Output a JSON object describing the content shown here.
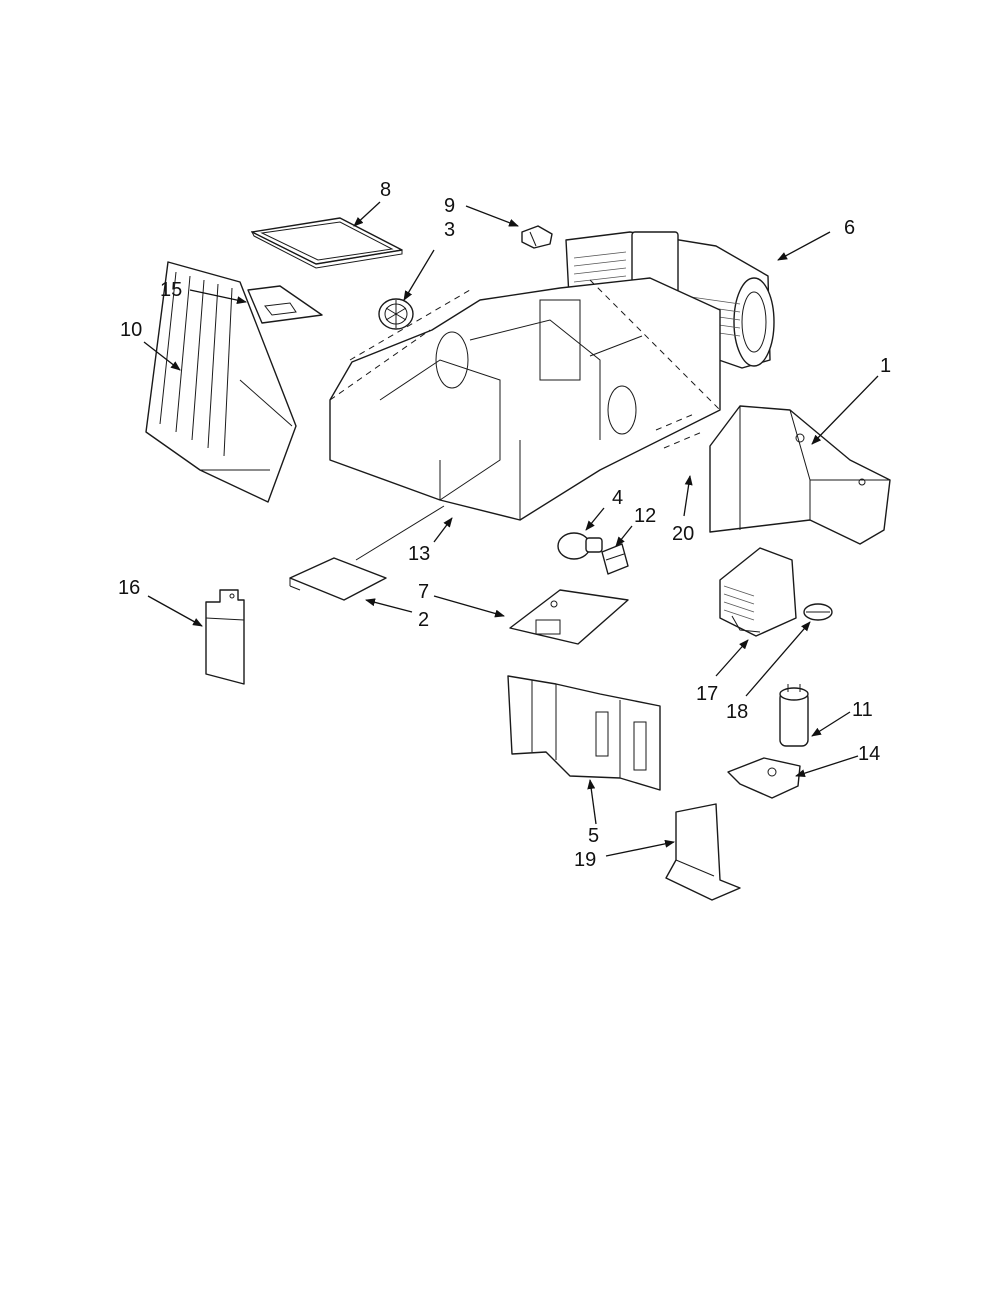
{
  "diagram": {
    "callouts": [
      {
        "id": "p1",
        "text": "1"
      },
      {
        "id": "p2",
        "text": "2"
      },
      {
        "id": "p3",
        "text": "3"
      },
      {
        "id": "p4",
        "text": "4"
      },
      {
        "id": "p5",
        "text": "5"
      },
      {
        "id": "p6",
        "text": "6"
      },
      {
        "id": "p7",
        "text": "7"
      },
      {
        "id": "p8",
        "text": "8"
      },
      {
        "id": "p9",
        "text": "9"
      },
      {
        "id": "p10",
        "text": "10"
      },
      {
        "id": "p11",
        "text": "11"
      },
      {
        "id": "p12",
        "text": "12"
      },
      {
        "id": "p13",
        "text": "13"
      },
      {
        "id": "p14",
        "text": "14"
      },
      {
        "id": "p15",
        "text": "15"
      },
      {
        "id": "p16",
        "text": "16"
      },
      {
        "id": "p17",
        "text": "17"
      },
      {
        "id": "p18",
        "text": "18"
      },
      {
        "id": "p19",
        "text": "19"
      },
      {
        "id": "p20",
        "text": "20"
      }
    ],
    "colors": {
      "line": "#1a1a1a",
      "background": "#ffffff"
    }
  }
}
